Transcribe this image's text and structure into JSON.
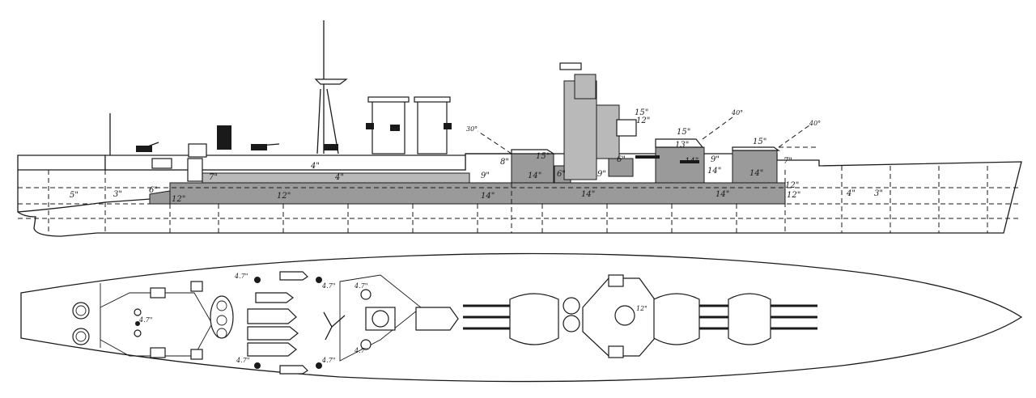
{
  "figure": {
    "views": [
      "profile",
      "plan"
    ]
  },
  "profile_labels": {
    "deck_upper": "4\"",
    "deck_main": "4\"",
    "belt_fwd_low": "5\"",
    "belt_fwd_mid": "3\"",
    "belt_fwd_step": "6\"",
    "belt_fwd_end": "12\"",
    "citadel_12": "12\"",
    "citadel_14_mid": "14\"",
    "citadel_14_aft": "14\"",
    "citadel_14_end": "14\"",
    "bulkhead_12": "12\"",
    "belt_aft_a": "4\"",
    "belt_aft_b": "3\"",
    "upper_7": "7\"",
    "barbette_a_top": "15\"",
    "barbette_a": "14\"",
    "barbette_a_side": "6\"",
    "barbette_a_front": "9\"",
    "barbette_b_top": "15\"",
    "barbette_b": "14\"",
    "barbette_x_top": "13\"",
    "barbette_x": "14\"",
    "barbette_x_side": "9\"",
    "barbette_y_top": "15\"",
    "barbette_y": "14\"",
    "barbette_y_side": "7\"",
    "ct_top": "12\"",
    "ct_side": "6\"",
    "fwd_9": "9\"",
    "fwd_8": "8\"",
    "arc_fwd": "30°",
    "arc_x": "40°",
    "arc_y": "40°",
    "aft_12": "12\"",
    "tower_15": "15\""
  },
  "plan_labels": {
    "gun_a_stbd": "4.7\"",
    "gun_a_port": "4.7\"",
    "gun_mid": "4.7\"",
    "gun_b_stbd": "4.7\"",
    "gun_b_port": "4.7\"",
    "gun_c_stbd": "4.7\"",
    "gun_c_port": "4.7\"",
    "bridge": "12\""
  },
  "colors": {
    "ink": "#1a1a1a",
    "armor": "#9a9a9a",
    "paper": "#ffffff"
  }
}
